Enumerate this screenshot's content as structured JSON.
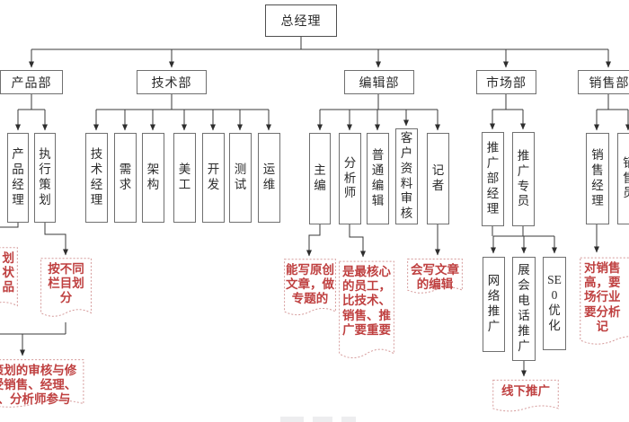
{
  "root": {
    "label": "总经理"
  },
  "departments": [
    {
      "name": "产品部",
      "roles": [
        "产品经理",
        "执行策划"
      ]
    },
    {
      "name": "技术部",
      "roles": [
        "技术经理",
        "需求",
        "架构",
        "美工",
        "开发",
        "测试",
        "运维"
      ]
    },
    {
      "name": "编辑部",
      "roles": [
        "主编",
        "分析师",
        "普通编辑",
        "客户资料审核",
        "记者"
      ]
    },
    {
      "name": "市场部",
      "roles": [
        "推广部经理",
        "推广专员"
      ],
      "sub_roles": [
        "网络推广",
        "展会电话推广",
        "SE\n0\n优\n化"
      ]
    },
    {
      "name": "销售部",
      "roles": [
        "销售经理",
        "销售员"
      ]
    }
  ],
  "annotations": {
    "left_clipped": "划\n状\n品",
    "by_column": "按不同栏目划分",
    "review": "策划的审核与修\n受销售、经理、\n、分析师参与",
    "chief_editor": "能写原创文章，做专题的",
    "analyst": "是最核心的员工，比技术、销售、推广要重要",
    "reporter": "会写文章的编辑",
    "offline": "线下推广",
    "sales": "对销售\n高，要\n场行业\n要分析\n　记"
  },
  "colors": {
    "line": "#3a3a3a",
    "box_border": "#707070",
    "note_text": "#bf4040",
    "note_border": "#d59a9a"
  }
}
